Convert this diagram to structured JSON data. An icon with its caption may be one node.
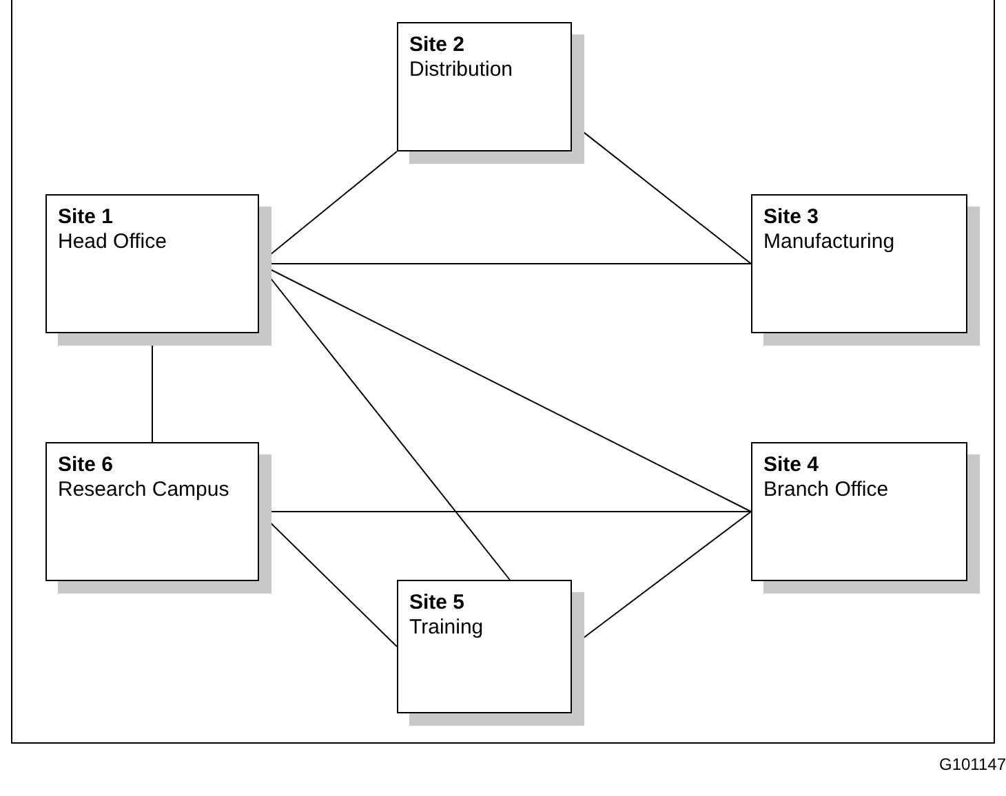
{
  "diagram": {
    "nodes": [
      {
        "text": [
          "Site 2",
          "Distribution"
        ]
      },
      {
        "text": [
          "Site 1",
          "Head Office"
        ]
      },
      {
        "text": [
          "Site 3",
          "Manufacturing"
        ]
      },
      {
        "text": [
          "Site 6",
          "Research Campus"
        ]
      },
      {
        "text": [
          "Site 4",
          "Branch Office"
        ]
      },
      {
        "text": [
          "Site 5",
          "Training"
        ]
      }
    ],
    "edges": [
      {
        "from": 1,
        "to": 0,
        "arrow": "none"
      },
      {
        "from": 0,
        "to": 2,
        "arrow": "none"
      },
      {
        "from": 1,
        "to": 2,
        "arrow": "none"
      },
      {
        "from": 1,
        "to": 3,
        "arrow": "none"
      },
      {
        "from": 1,
        "to": 4,
        "arrow": "none"
      },
      {
        "from": 1,
        "to": 5,
        "arrow": "none"
      },
      {
        "from": 3,
        "to": 4,
        "arrow": "none"
      },
      {
        "from": 3,
        "to": 5,
        "arrow": "none"
      },
      {
        "from": 5,
        "to": 4,
        "arrow": "none"
      }
    ],
    "labels": [
      "G101147"
    ]
  }
}
